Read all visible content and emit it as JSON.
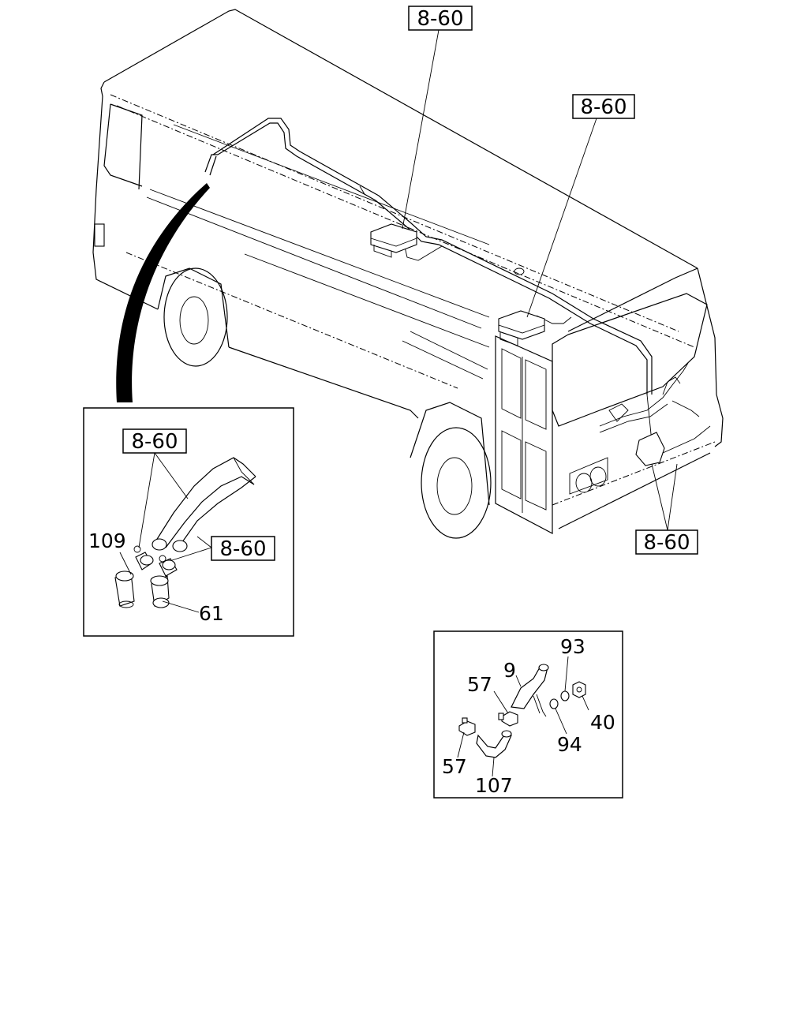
{
  "references": {
    "top_center": "8-60",
    "top_right": "8-60",
    "rear_lower": "8-60",
    "detail_upper": "8-60",
    "detail_lower": "8-60"
  },
  "detail_left_parts": {
    "p109": "109",
    "p61": "61"
  },
  "detail_right_parts": {
    "p93": "93",
    "p9": "9",
    "p57_upper": "57",
    "p40": "40",
    "p94": "94",
    "p57_lower": "57",
    "p107": "107"
  }
}
